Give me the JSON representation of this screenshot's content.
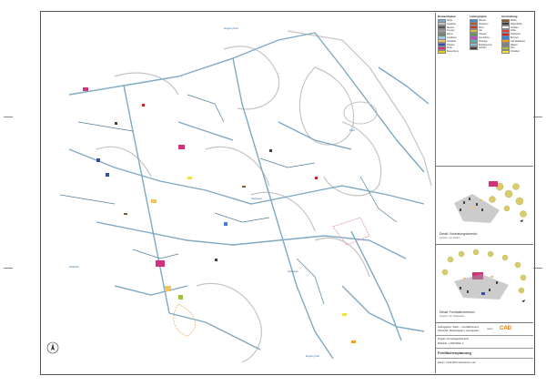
{
  "legend": {
    "columns": [
      {
        "title": "Bestandsplan",
        "rows": [
          {
            "label": "Wege",
            "color": "#7fa9c4"
          },
          {
            "label": "Gebäude",
            "color": "#c7c7c7"
          },
          {
            "label": "Mauern",
            "color": "#555555"
          },
          {
            "label": "Treppen",
            "color": "#9d9d9d"
          },
          {
            "label": "Zäune",
            "color": "#6a8a6a"
          },
          {
            "label": "Gewässer",
            "color": "#9ecae1"
          },
          {
            "label": "Spielplatz",
            "color": "#f2c45a"
          },
          {
            "label": "Toiletten",
            "color": "#3050b0"
          },
          {
            "label": "Kiosk",
            "color": "#d0337a"
          },
          {
            "label": "Beleuchtung",
            "color": "#e8d020"
          }
        ]
      },
      {
        "title": "Leitungsplan",
        "rows": [
          {
            "label": "Wasser",
            "color": "#3a8fd0"
          },
          {
            "label": "Abwasser",
            "color": "#b06030"
          },
          {
            "label": "Strom",
            "color": "#d03030"
          },
          {
            "label": "Gas",
            "color": "#e0c020"
          },
          {
            "label": "Telekom",
            "color": "#50a050"
          },
          {
            "label": "Fernwärme",
            "color": "#c050c0"
          },
          {
            "label": "Drainage",
            "color": "#60b0b0"
          },
          {
            "label": "Bewässerung",
            "color": "#80c0e0"
          },
          {
            "label": "Schacht",
            "color": "#404040"
          }
        ]
      },
      {
        "title": "Ausstattung",
        "rows": [
          {
            "label": "Bänke",
            "color": "#8a5a2a"
          },
          {
            "label": "Papierkörbe",
            "color": "#404040"
          },
          {
            "label": "Schilder",
            "color": "#ffffff"
          },
          {
            "label": "Poller",
            "color": "#e04040"
          },
          {
            "label": "Hydranten",
            "color": "#d02020"
          },
          {
            "label": "Brunnen",
            "color": "#4080d0"
          },
          {
            "label": "Fahrradständer",
            "color": "#f0a020"
          },
          {
            "label": "Masten",
            "color": "#808080"
          },
          {
            "label": "Tore",
            "color": "#a0c040"
          },
          {
            "label": "Infotafeln",
            "color": "#f0e040"
          }
        ]
      }
    ]
  },
  "views": [
    {
      "label": "Detail: Vorleistungsbereich",
      "sub": "Ansicht: von Süden"
    },
    {
      "label": "Detail: Festhallenbereich",
      "sub": "Ansicht: von Südwesten"
    }
  ],
  "title_block": {
    "brand_prefix": "mein",
    "brand": "CAD",
    "project": "Projekt: Grünanlagenbestand",
    "plan_title": "Freiflächenplanung",
    "rows": [
      "Auftraggeber: Stadt — Grünflächenamt",
      "Planinhalt: Bestandsplan / Leitungsplan",
      "Maßstab: 1:1000   Blatt: 1",
      "Datum: 11.09.2013   Gezeichnet: cad"
    ]
  },
  "map_labels": [
    {
      "text": "Eingang Nord"
    },
    {
      "text": "Hauptweg"
    },
    {
      "text": "Festwiese"
    },
    {
      "text": "Eingang Süd"
    },
    {
      "text": "Teich"
    },
    {
      "text": "Parkplatz"
    }
  ],
  "colors": {
    "path": "#7fa9c4",
    "path_dark": "#4f7f98",
    "building": "#c9c9c9",
    "accent_magenta": "#d0337a",
    "accent_yellow": "#f2c45a"
  }
}
